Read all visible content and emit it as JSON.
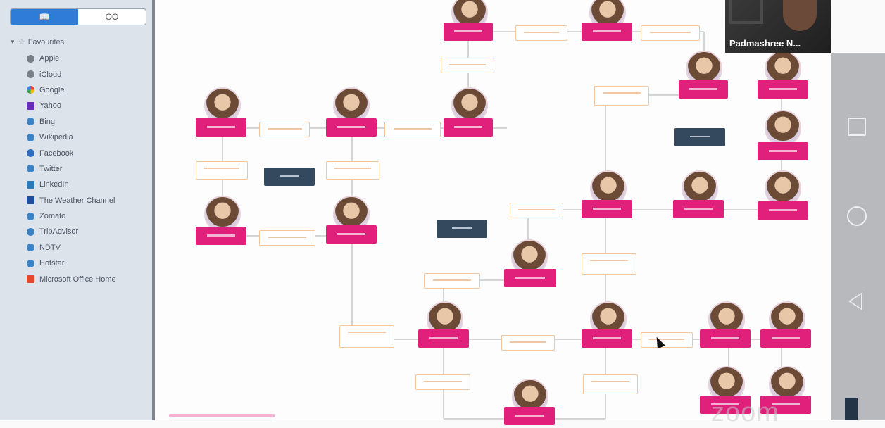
{
  "sidebar": {
    "tabs": [
      {
        "label": "📖"
      },
      {
        "label": "OO"
      }
    ],
    "favourites_label": "Favourites",
    "items": [
      {
        "label": "Apple",
        "icon": "apple-icon",
        "color": "#7a7f87"
      },
      {
        "label": "iCloud",
        "icon": "apple-icon",
        "color": "#7a7f87"
      },
      {
        "label": "Google",
        "icon": "google-icon",
        "color": "#4caf50"
      },
      {
        "label": "Yahoo",
        "icon": "yahoo-icon",
        "color": "#6a2bbf"
      },
      {
        "label": "Bing",
        "icon": "globe-icon",
        "color": "#3b82c4"
      },
      {
        "label": "Wikipedia",
        "icon": "globe-icon",
        "color": "#3b82c4"
      },
      {
        "label": "Facebook",
        "icon": "facebook-icon",
        "color": "#2d6cc0"
      },
      {
        "label": "Twitter",
        "icon": "globe-icon",
        "color": "#3b82c4"
      },
      {
        "label": "LinkedIn",
        "icon": "linkedin-icon",
        "color": "#2b7bb9"
      },
      {
        "label": "The Weather Channel",
        "icon": "weather-icon",
        "color": "#1f4e9c"
      },
      {
        "label": "Zomato",
        "icon": "globe-icon",
        "color": "#3b82c4"
      },
      {
        "label": "TripAdvisor",
        "icon": "globe-icon",
        "color": "#3b82c4"
      },
      {
        "label": "NDTV",
        "icon": "globe-icon",
        "color": "#3b82c4"
      },
      {
        "label": "Hotstar",
        "icon": "globe-icon",
        "color": "#3b82c4"
      },
      {
        "label": "Microsoft Office Home",
        "icon": "office-icon",
        "color": "#e3482d"
      }
    ]
  },
  "video": {
    "participant_name": "Padmashree N..."
  },
  "watermark": "zoom",
  "colors": {
    "person_box": "#e0207a",
    "relation_border": "#f0c69d",
    "dark_box": "#34495e"
  }
}
